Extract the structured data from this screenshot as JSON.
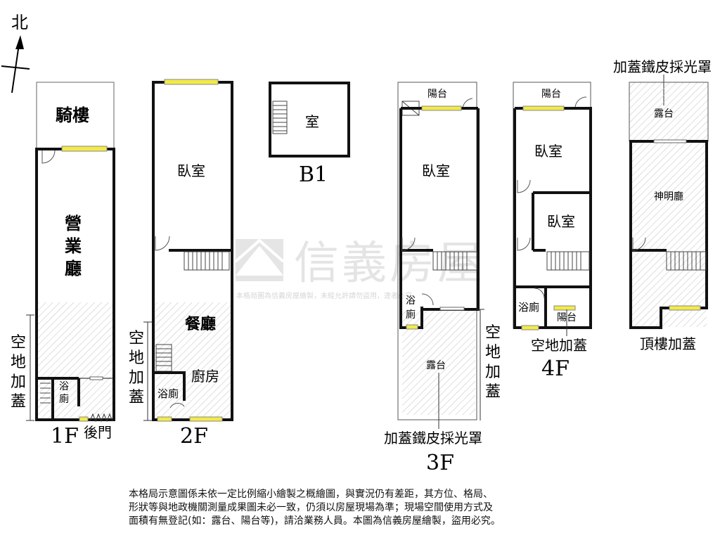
{
  "compass": {
    "north": "北"
  },
  "watermark": {
    "brand": "信義房屋",
    "notice": "本格局圖為信義房屋繪製，未經允許請勿盜用，違者必究"
  },
  "floors": {
    "f1": {
      "name": "1F",
      "arcade": "騎樓",
      "business_hall": [
        "營",
        "業",
        "廳"
      ],
      "vacant_extension": [
        "空",
        "地",
        "加",
        "蓋"
      ],
      "bathroom": [
        "浴",
        "廁"
      ],
      "back_door": "後門"
    },
    "f2": {
      "name": "2F",
      "bedroom": "臥室",
      "dining": "餐廳",
      "kitchen": "廚房",
      "vacant_extension": [
        "空",
        "地",
        "加",
        "蓋"
      ],
      "bathroom": "浴廁"
    },
    "b1": {
      "name": "B1",
      "room": "室"
    },
    "f3": {
      "name": "3F",
      "balcony": "陽台",
      "bedroom": "臥室",
      "bathroom": [
        "浴",
        "廁"
      ],
      "terrace": "露台",
      "vacant_extension": [
        "空",
        "地",
        "加",
        "蓋"
      ],
      "skylight": "加蓋鐵皮採光罩"
    },
    "f4": {
      "name": "4F",
      "balcony_top": "陽台",
      "bedroom1": "臥室",
      "bedroom2": "臥室",
      "bathroom": "浴廁",
      "balcony_bottom": "陽台",
      "vacant_extension": "空地加蓋"
    },
    "roof": {
      "name": "頂樓加蓋",
      "skylight": "加蓋鐵皮採光罩",
      "terrace": "露台",
      "shrine": "神明廳"
    }
  },
  "disclaimer": [
    "本格局示意圖係未依一定比例縮小繪製之概繪圖，與實況仍有差距，其方位、格局、",
    "形狀等與地政機關測量成果圖未必一致，仍須以房屋現場為準；現場空間使用方式及",
    "面積有無登記(如：露台、陽台等)，請洽業務人員。本圖為信義房屋繪製，盜用必究。"
  ]
}
